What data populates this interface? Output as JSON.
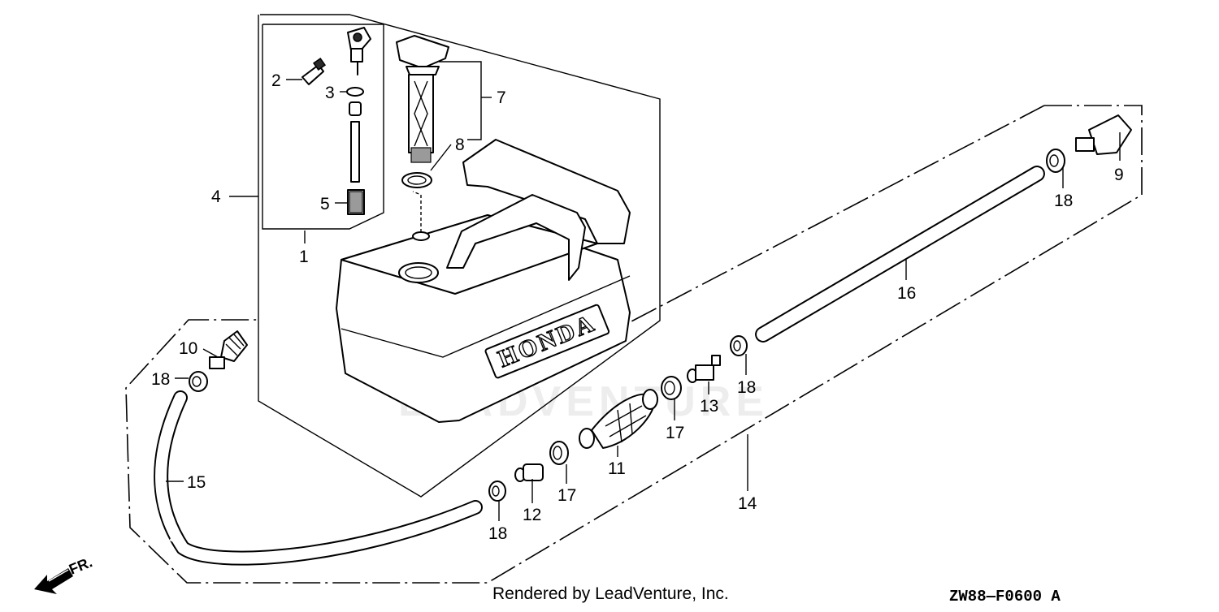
{
  "watermark": "LEADVENTURE",
  "brand_on_tank": "HONDA",
  "direction_label": "FR.",
  "footer": {
    "rendered_by": "Rendered by LeadVenture, Inc.",
    "diagram_code": "ZW88—F0600 A"
  },
  "callouts": [
    {
      "id": "c1",
      "label": "1"
    },
    {
      "id": "c2",
      "label": "2"
    },
    {
      "id": "c3",
      "label": "3"
    },
    {
      "id": "c4",
      "label": "4"
    },
    {
      "id": "c5",
      "label": "5"
    },
    {
      "id": "c7",
      "label": "7"
    },
    {
      "id": "c8",
      "label": "8"
    },
    {
      "id": "c9",
      "label": "9"
    },
    {
      "id": "c10",
      "label": "10"
    },
    {
      "id": "c11",
      "label": "11"
    },
    {
      "id": "c12",
      "label": "12"
    },
    {
      "id": "c13",
      "label": "13"
    },
    {
      "id": "c14",
      "label": "14"
    },
    {
      "id": "c15",
      "label": "15"
    },
    {
      "id": "c16",
      "label": "16"
    },
    {
      "id": "c17a",
      "label": "17"
    },
    {
      "id": "c17b",
      "label": "17"
    },
    {
      "id": "c18a",
      "label": "18"
    },
    {
      "id": "c18b",
      "label": "18"
    },
    {
      "id": "c18c",
      "label": "18"
    },
    {
      "id": "c18d",
      "label": "18"
    }
  ]
}
